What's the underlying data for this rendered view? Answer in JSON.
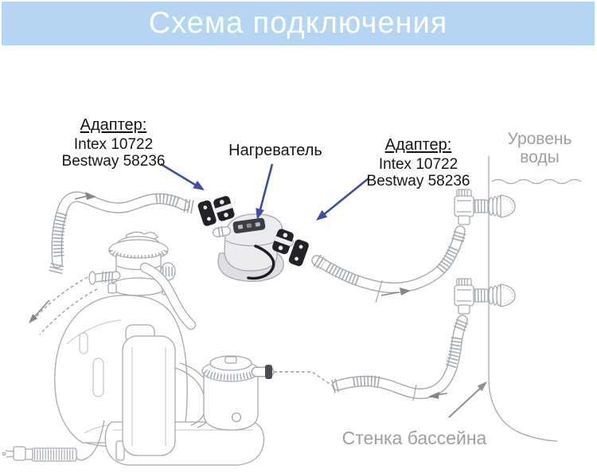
{
  "title": {
    "text": "Схема подключения"
  },
  "labels": {
    "adapter_left": {
      "heading": "Адаптер:",
      "line1": "Intex 10722",
      "line2": "Bestway 58236"
    },
    "heater": {
      "text": "Нагреватель"
    },
    "adapter_right": {
      "heading": "Адаптер:",
      "line1": "Intex 10722",
      "line2": "Bestway 58236"
    },
    "water_level": {
      "line1": "Уровень",
      "line2": "воды"
    },
    "pool_wall": {
      "text": "Стенка бассейна"
    }
  },
  "colors": {
    "banner_bg": "#b4d6f2",
    "banner_text": "#ffffff",
    "label_text": "#161616",
    "muted_text": "#9ca0a4",
    "arrow_blue": "#3e4da6",
    "line_gray": "#a4aab2",
    "line_soft": "#c4c9cf",
    "dark_part": "#212227",
    "heater_fill": "#ececee",
    "panel_dark": "#3c3d45"
  }
}
